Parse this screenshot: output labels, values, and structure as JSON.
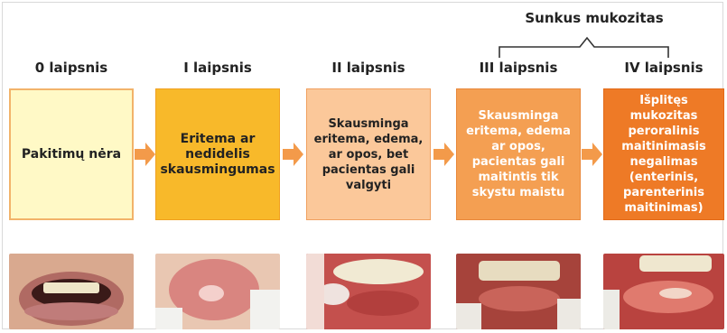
{
  "bracket_label": "Sunkus mukozitas",
  "grades": [
    {
      "header": "0 laipsnis",
      "description": "Pakitimų nėra"
    },
    {
      "header": "I laipsnis",
      "description": "Eritema ar nedidelis skausmingumas"
    },
    {
      "header": "II laipsnis",
      "description": "Skausminga eritema, edema, ar opos, bet pacientas gali valgyti"
    },
    {
      "header": "III laipsnis",
      "description": "Skausminga eritema, edema ar opos, pacientas gali maitintis tik skystu maistu"
    },
    {
      "header": "IV laipsnis",
      "description": "Išplitęs mukozitas peroralinis maitinimasis negalimas (enterinis, parenterinis maitinimas)"
    }
  ],
  "colors": {
    "box0": "#fff9c6",
    "box1": "#f8b92a",
    "box2": "#fbc89a",
    "box3": "#f49f52",
    "box4": "#ee7a26",
    "arrow": "#f39a4a"
  },
  "icons": [
    "right-arrow-icon"
  ],
  "photos": [
    "mouth-photo-grade-0",
    "mouth-photo-grade-1",
    "mouth-photo-grade-2",
    "mouth-photo-grade-3",
    "mouth-photo-grade-4"
  ]
}
